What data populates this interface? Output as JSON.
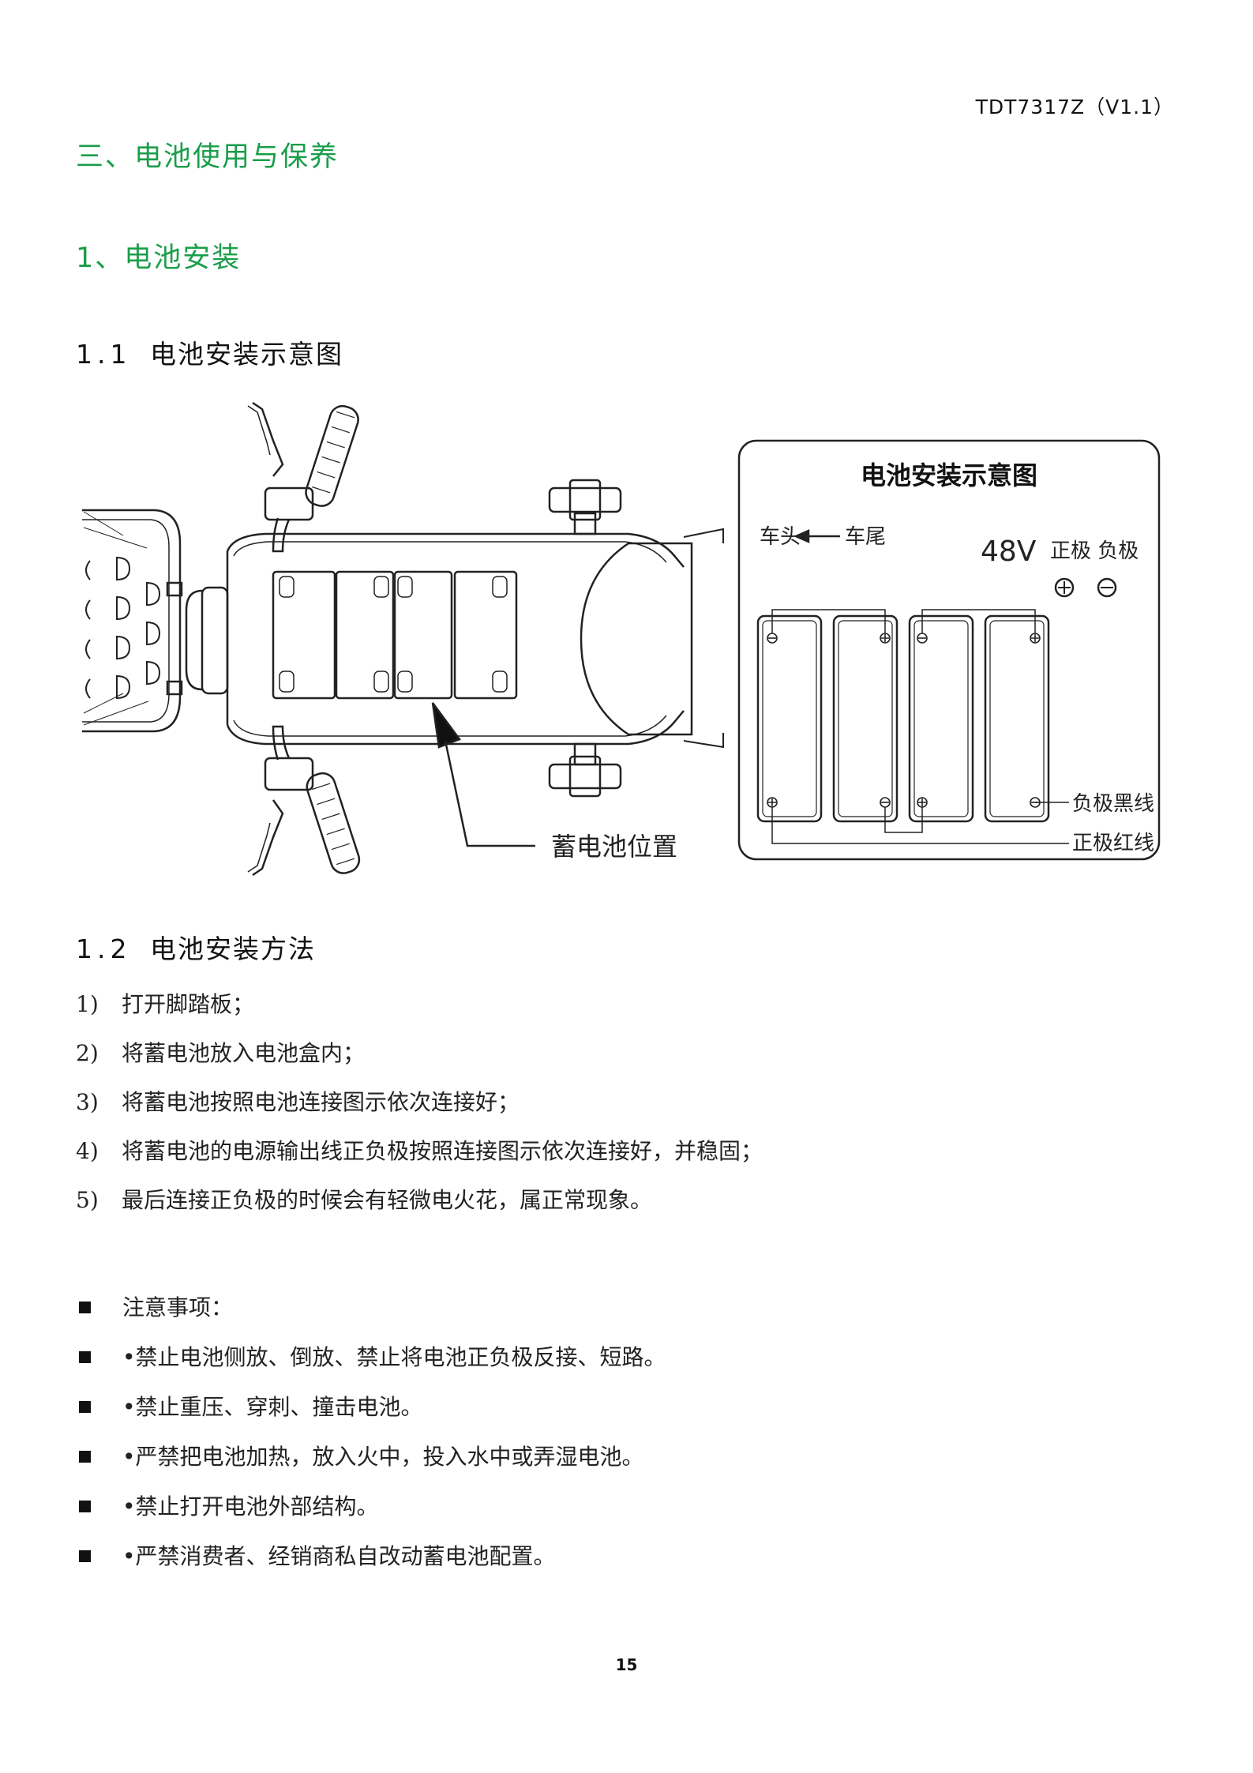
{
  "header": {
    "doc_code": "TDT7317Z（V1.1）"
  },
  "section": {
    "title": "三、电池使用与保养",
    "sub_title": "1、电池安装"
  },
  "fig_section": {
    "num": "1.1",
    "title": "电池安装示意图"
  },
  "figure": {
    "battery_position_label": "蓄电池位置",
    "box_title": "电池安装示意图",
    "direction_head": "车头",
    "direction_tail": "车尾",
    "voltage": "48V",
    "terminals_label": "正极 负极",
    "neg_wire_label": "负极黑线",
    "pos_wire_label": "正极红线"
  },
  "method_section": {
    "num": "1.2",
    "title": "电池安装方法"
  },
  "steps": [
    {
      "n": "1)",
      "text": "打开脚踏板；"
    },
    {
      "n": "2)",
      "text": "将蓄电池放入电池盒内；"
    },
    {
      "n": "3)",
      "text": "将蓄电池按照电池连接图示依次连接好；"
    },
    {
      "n": "4)",
      "text": "将蓄电池的电源输出线正负极按照连接图示依次连接好，并稳固；"
    },
    {
      "n": "5)",
      "text": "最后连接正负极的时候会有轻微电火花，属正常现象。"
    }
  ],
  "notes": [
    "注意事项：",
    "•禁止电池侧放、倒放、禁止将电池正负极反接、短路。",
    "•禁止重压、穿刺、撞击电池。",
    "•严禁把电池加热，放入火中，投入水中或弄湿电池。",
    "•禁止打开电池外部结构。",
    "•严禁消费者、经销商私自改动蓄电池配置。"
  ],
  "page_number": "15"
}
